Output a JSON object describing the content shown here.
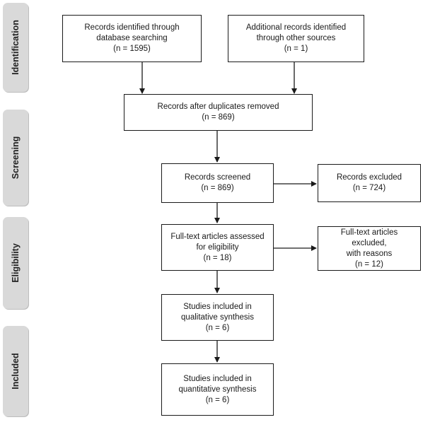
{
  "phases": {
    "identification": "Identification",
    "screening": "Screening",
    "eligibility": "Eligibility",
    "included": "Included"
  },
  "boxes": {
    "database": [
      "Records identified through",
      "database searching",
      "(n = 1595)"
    ],
    "other": [
      "Additional records identified",
      "through other sources",
      "(n = 1)"
    ],
    "duplicates": [
      "Records after duplicates removed",
      "(n = 869)"
    ],
    "screened": [
      "Records screened",
      "(n = 869)"
    ],
    "excluded": [
      "Records excluded",
      "(n = 724)"
    ],
    "fulltext": [
      "Full-text articles assessed",
      "for eligibility",
      "(n = 18)"
    ],
    "fulltext_excluded": [
      "Full-text articles excluded,",
      "with reasons",
      "(n = 12)"
    ],
    "qualitative": [
      "Studies included in",
      "qualitative synthesis",
      "(n = 6)"
    ],
    "quantitative": [
      "Studies included in",
      "quantitative synthesis",
      "(n = 6)"
    ]
  }
}
